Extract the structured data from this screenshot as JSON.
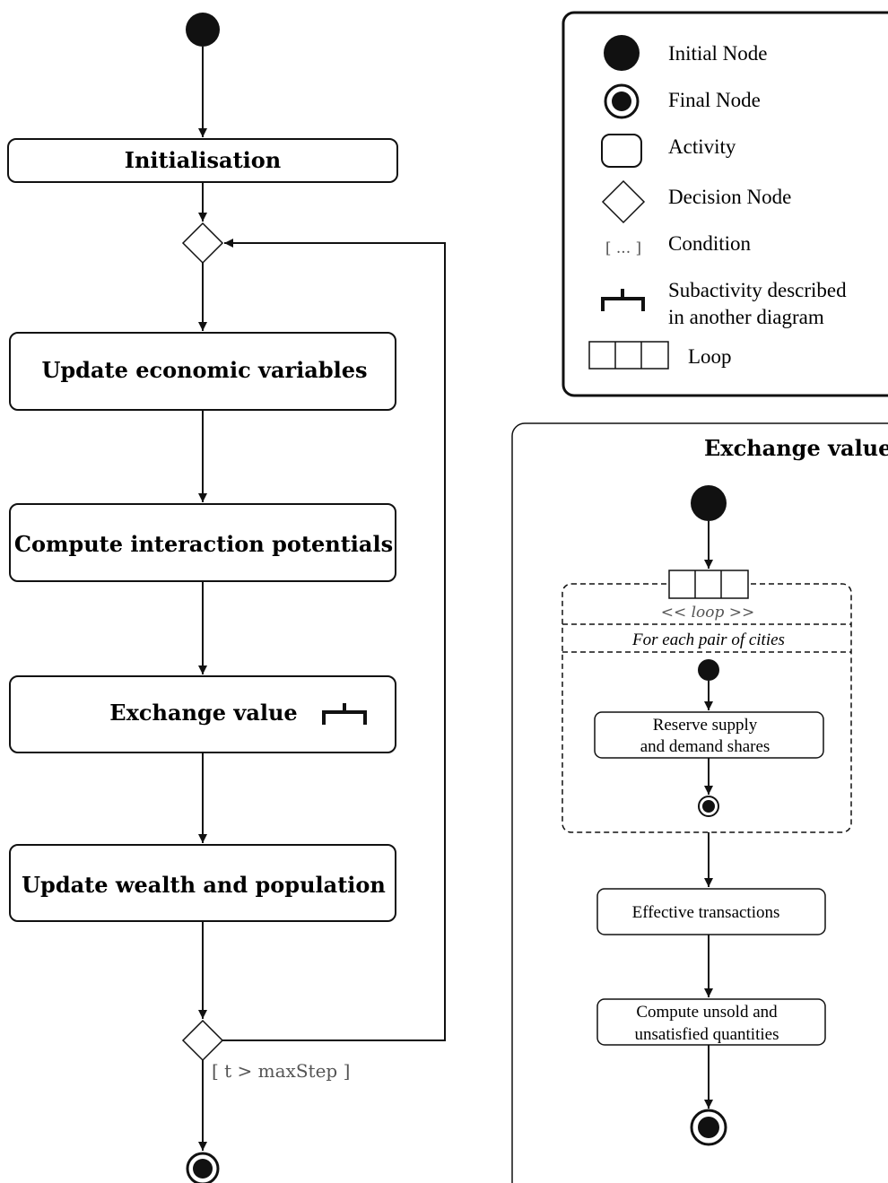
{
  "colors": {
    "ink": "#111111",
    "background": "#ffffff",
    "guard": "#555555"
  },
  "main_flow": {
    "activities": [
      "Initialisation",
      "Update economic variables",
      "Compute interaction potentials",
      "Exchange value",
      "Update wealth and population"
    ],
    "guard": "[ t > maxStep ]"
  },
  "legend": {
    "items": {
      "initial": "Initial Node",
      "final": "Final Node",
      "activity": "Activity",
      "decision": "Decision Node",
      "condition_symbol": "[ ... ]",
      "condition": "Condition",
      "subactivity_line1": "Subactivity described",
      "subactivity_line2": "in another diagram",
      "loop": "Loop"
    }
  },
  "subdiagram": {
    "title": "Exchange value",
    "loop_stereotype": "<< loop >>",
    "loop_condition": "For each pair of cities",
    "reserve_line1": "Reserve supply",
    "reserve_line2": "and demand shares",
    "effective": "Effective transactions",
    "compute_line1": "Compute unsold and",
    "compute_line2": "unsatisfied quantities"
  }
}
